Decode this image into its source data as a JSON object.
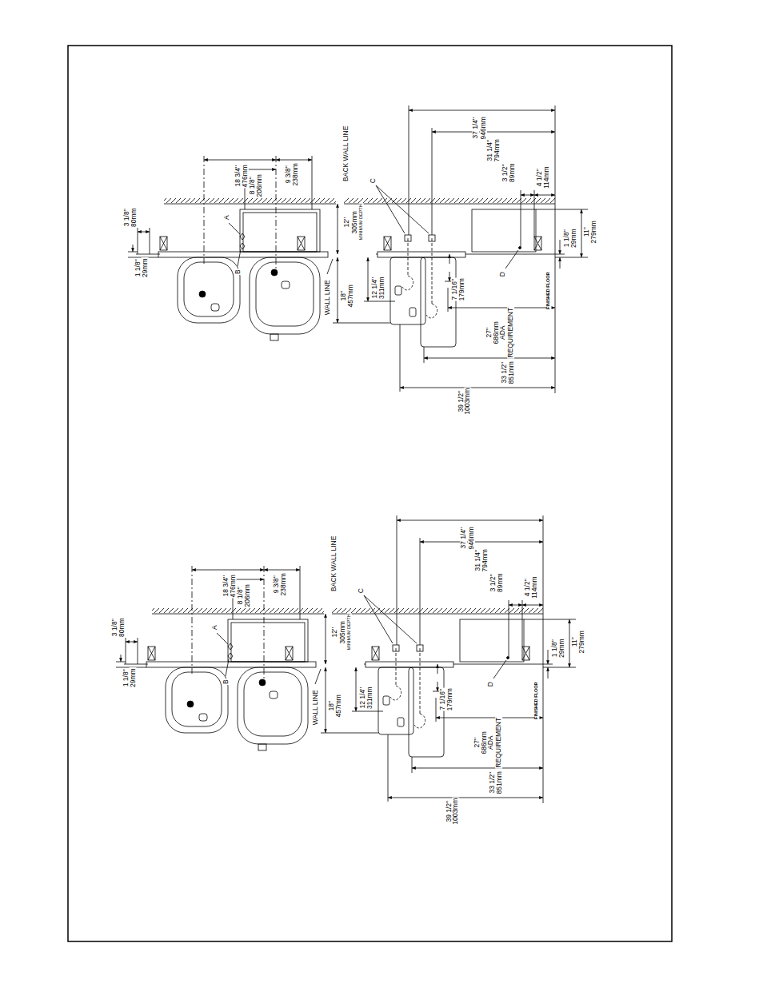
{
  "diagram": {
    "labels": [
      "37 1/4\"",
      "946mm",
      "31 1/4\"",
      "794mm",
      "18 3/4\"",
      "476mm",
      "8 1/8\"",
      "206mm",
      "9 3/8\"",
      "238mm",
      "BACK WALL LINE",
      "3 1/2\"",
      "89mm",
      "4 1/2\"",
      "114mm",
      "3 1/8\"",
      "80mm",
      "A",
      "C",
      "12\"",
      "305mm",
      "MINIMUM DEPTH",
      "1 1/8\"",
      "29mm",
      "B",
      "WALL LINE",
      "18\"",
      "457mm",
      "12 1/4\"",
      "311mm",
      "7 1/16\"",
      "179mm",
      "D",
      "FINISHED FLOOR",
      "1 1/8\"",
      "29mm",
      "11\"",
      "279mm",
      "27\"",
      "686mm",
      "ADA",
      "REQUIREMENT",
      "33 1/2\"",
      "851mm",
      "39 1/2\"",
      "1003mm",
      "37 1/4\"",
      "946mm",
      "31 1/4\"",
      "794mm",
      "18 3/4\"",
      "476mm",
      "8 1/8\"",
      "206mm",
      "9 3/8\"",
      "238mm",
      "BACK WALL LINE",
      "3 1/2\"",
      "89mm",
      "4 1/2\"",
      "114mm",
      "3 1/8\"",
      "80mm",
      "A",
      "C",
      "12\"",
      "305mm",
      "MINIMUM DEPTH",
      "1 1/8\"",
      "29mm",
      "B",
      "WALL LINE",
      "18\"",
      "457mm",
      "12 1/4\"",
      "311mm",
      "7 1/16\"",
      "179mm",
      "D",
      "FINISHED FLOOR",
      "1 1/8\"",
      "29mm",
      "11\"",
      "279mm",
      "27\"",
      "686mm",
      "ADA",
      "REQUIREMENT",
      "33 1/2\"",
      "851mm",
      "39 1/2\"",
      "1003mm"
    ]
  }
}
